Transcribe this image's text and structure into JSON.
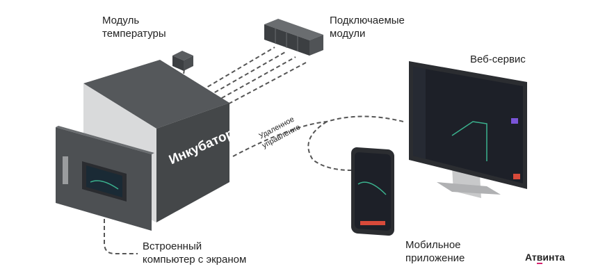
{
  "labels": {
    "temp_module": [
      "Модуль",
      "температуры"
    ],
    "plugin_modules": [
      "Подключаемые",
      "модули"
    ],
    "web_service": "Веб-сервис",
    "remote_control": [
      "Удаленное",
      "управление"
    ],
    "incubator": "Инкубатор",
    "builtin_computer": [
      "Встроенный",
      "компьютер с экраном"
    ],
    "mobile_app": [
      "Мобильное",
      "приложение"
    ]
  },
  "logo": {
    "prefix": "Ат",
    "accent": "в",
    "suffix": "инта",
    "accent_color": "#d6246e"
  },
  "colors": {
    "device": "#4a4d50",
    "device_dark": "#3a3c3f",
    "screen": "#1d2028",
    "dash": "#555555"
  }
}
